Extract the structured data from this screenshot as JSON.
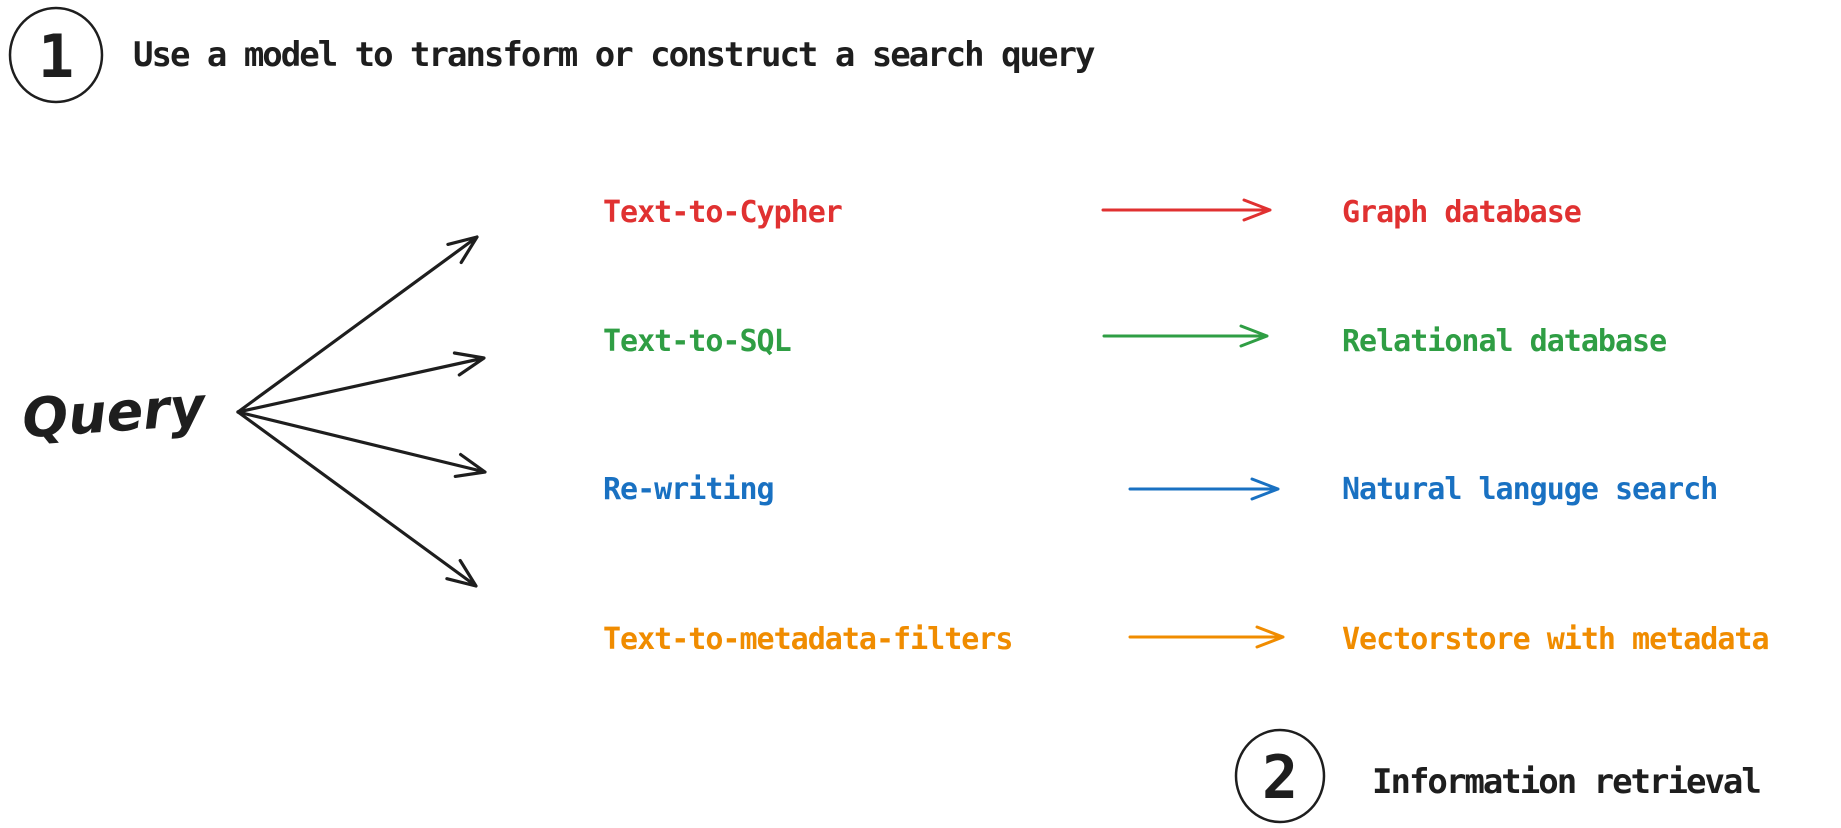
{
  "colors": {
    "ink": "#1e1e1e",
    "background": "#ffffff"
  },
  "steps": {
    "step1": {
      "number": "1",
      "label": "Use a model to transform or construct a search query"
    },
    "step2": {
      "number": "2",
      "label": "Information retrieval"
    }
  },
  "query": {
    "label": "Query"
  },
  "mappings": [
    {
      "method": "Text-to-Cypher",
      "target": "Graph database",
      "color": "#e03131"
    },
    {
      "method": "Text-to-SQL",
      "target": "Relational database",
      "color": "#2f9e44"
    },
    {
      "method": "Re-writing",
      "target": "Natural languge search",
      "color": "#1971c2"
    },
    {
      "method": "Text-to-metadata-filters",
      "target": "Vectorstore with metadata",
      "color": "#f08c00"
    }
  ]
}
